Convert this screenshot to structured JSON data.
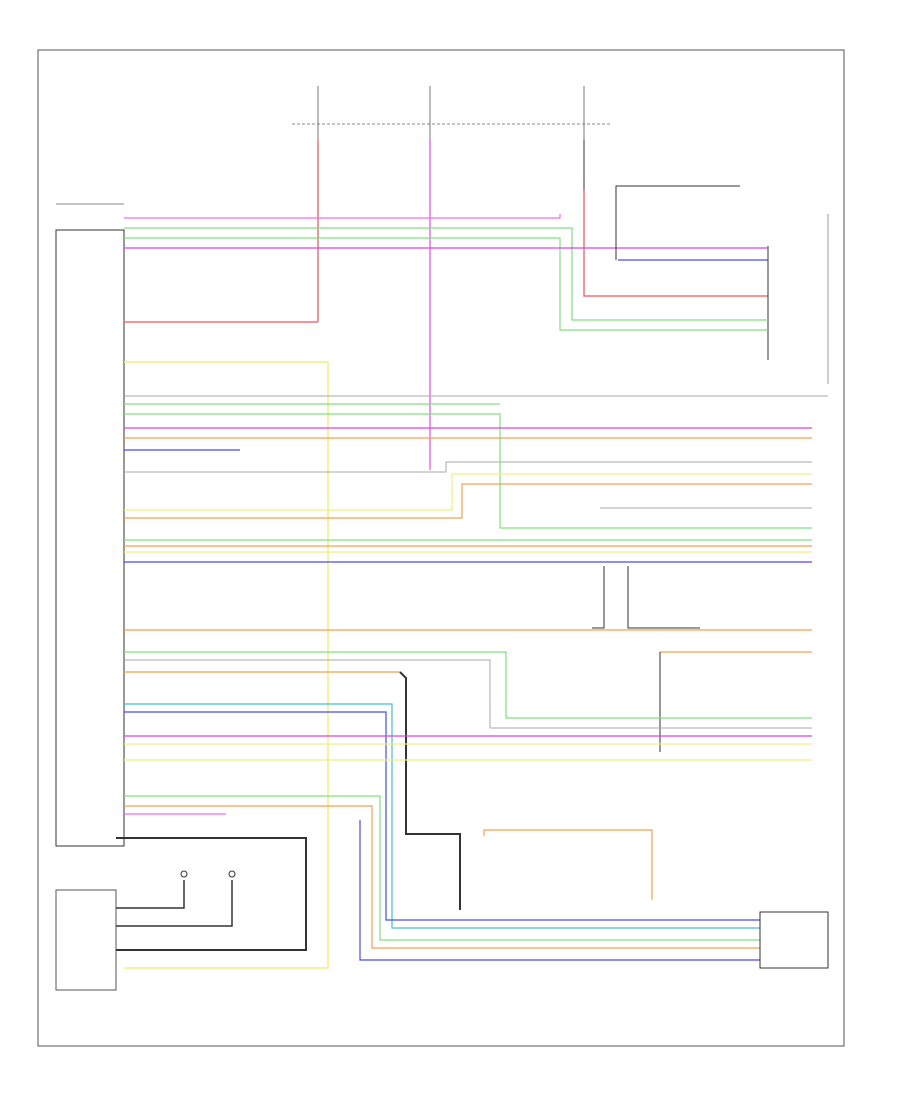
{
  "footer_code": "",
  "fuses": [
    {
      "id": "fuse-1",
      "label": ""
    },
    {
      "id": "fuse-2",
      "label": ""
    },
    {
      "id": "fuse-3",
      "label": ""
    }
  ],
  "modules": [
    {
      "id": "main-module",
      "label": ""
    },
    {
      "id": "right-module-top",
      "label": ""
    },
    {
      "id": "clock-spring",
      "label": ""
    },
    {
      "id": "bottom-right-module",
      "label": ""
    },
    {
      "id": "bottom-left-module",
      "label": ""
    }
  ],
  "colors": {
    "pink": "#f06cf0",
    "magenta": "#e040e0",
    "green": "#7fe07f",
    "red": "#f07070",
    "orange": "#f5a050",
    "yellow": "#f0f080",
    "blue": "#4a4af0",
    "cyan": "#40c0d0",
    "dark": "#333333",
    "gray": "#aaaaaa",
    "frame": "#555555"
  }
}
